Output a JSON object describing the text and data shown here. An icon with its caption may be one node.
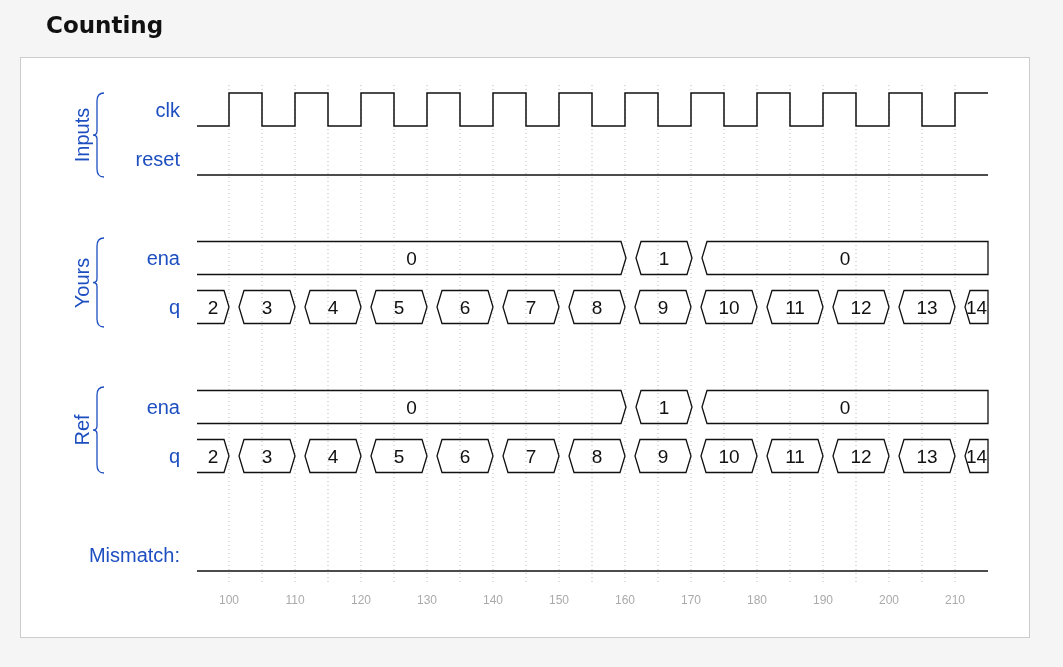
{
  "diagram": {
    "title": "Counting",
    "labels": [
      "Inputs",
      "clk",
      "reset",
      "Yours",
      "ena",
      "0",
      "1",
      "0",
      "q",
      "2",
      "3",
      "4",
      "5",
      "6",
      "7",
      "8",
      "9",
      "10",
      "11",
      "12",
      "13",
      "14",
      "Ref",
      "ena",
      "0",
      "1",
      "0",
      "q",
      "2",
      "3",
      "4",
      "5",
      "6",
      "7",
      "8",
      "9",
      "10",
      "11",
      "12",
      "13",
      "14",
      "Mismatch:",
      "100",
      "110",
      "120",
      "130",
      "140",
      "150",
      "160",
      "170",
      "180",
      "190",
      "200",
      "210"
    ]
  }
}
